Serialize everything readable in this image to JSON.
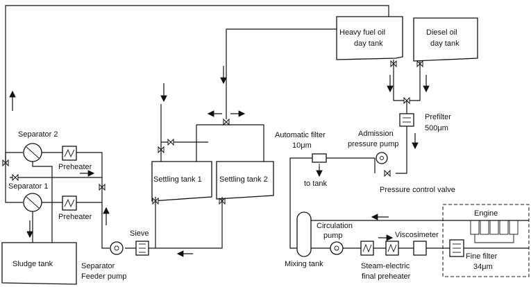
{
  "labels": {
    "hfo_tank_l1": "Heavy fuel oil",
    "hfo_tank_l2": "day tank",
    "diesel_tank_l1": "Diesel oil",
    "diesel_tank_l2": "day tank",
    "prefilter_l1": "Prefilter",
    "prefilter_l2": "500μm",
    "separator2": "Separator 2",
    "separator1": "Separator 1",
    "preheater_top": "Preheater",
    "preheater_bottom": "Preheater",
    "settling1": "Settling tank 1",
    "settling2": "Settling tank 2",
    "auto_filter_l1": "Automatic filter",
    "auto_filter_l2": "10μm",
    "to_tank": "to tank",
    "admission_l1": "Admission",
    "admission_l2": "pressure pump",
    "pcv": "Pressure control valve",
    "engine": "Engine",
    "circ_l1": "Circulation",
    "circ_l2": "pump",
    "viscosimeter": "Viscosimeter",
    "sieve": "Sieve",
    "sludge": "Sludge tank",
    "sep_feeder_l1": "Separator",
    "sep_feeder_l2": "Feeder pump",
    "mixing": "Mixing tank",
    "steam_l1": "Steam-electric",
    "steam_l2": "final preheater",
    "fine_filter_l1": "Fine filter",
    "fine_filter_l2": "34μm"
  },
  "colors": {
    "line": "#111111",
    "background": "#ffffff"
  }
}
